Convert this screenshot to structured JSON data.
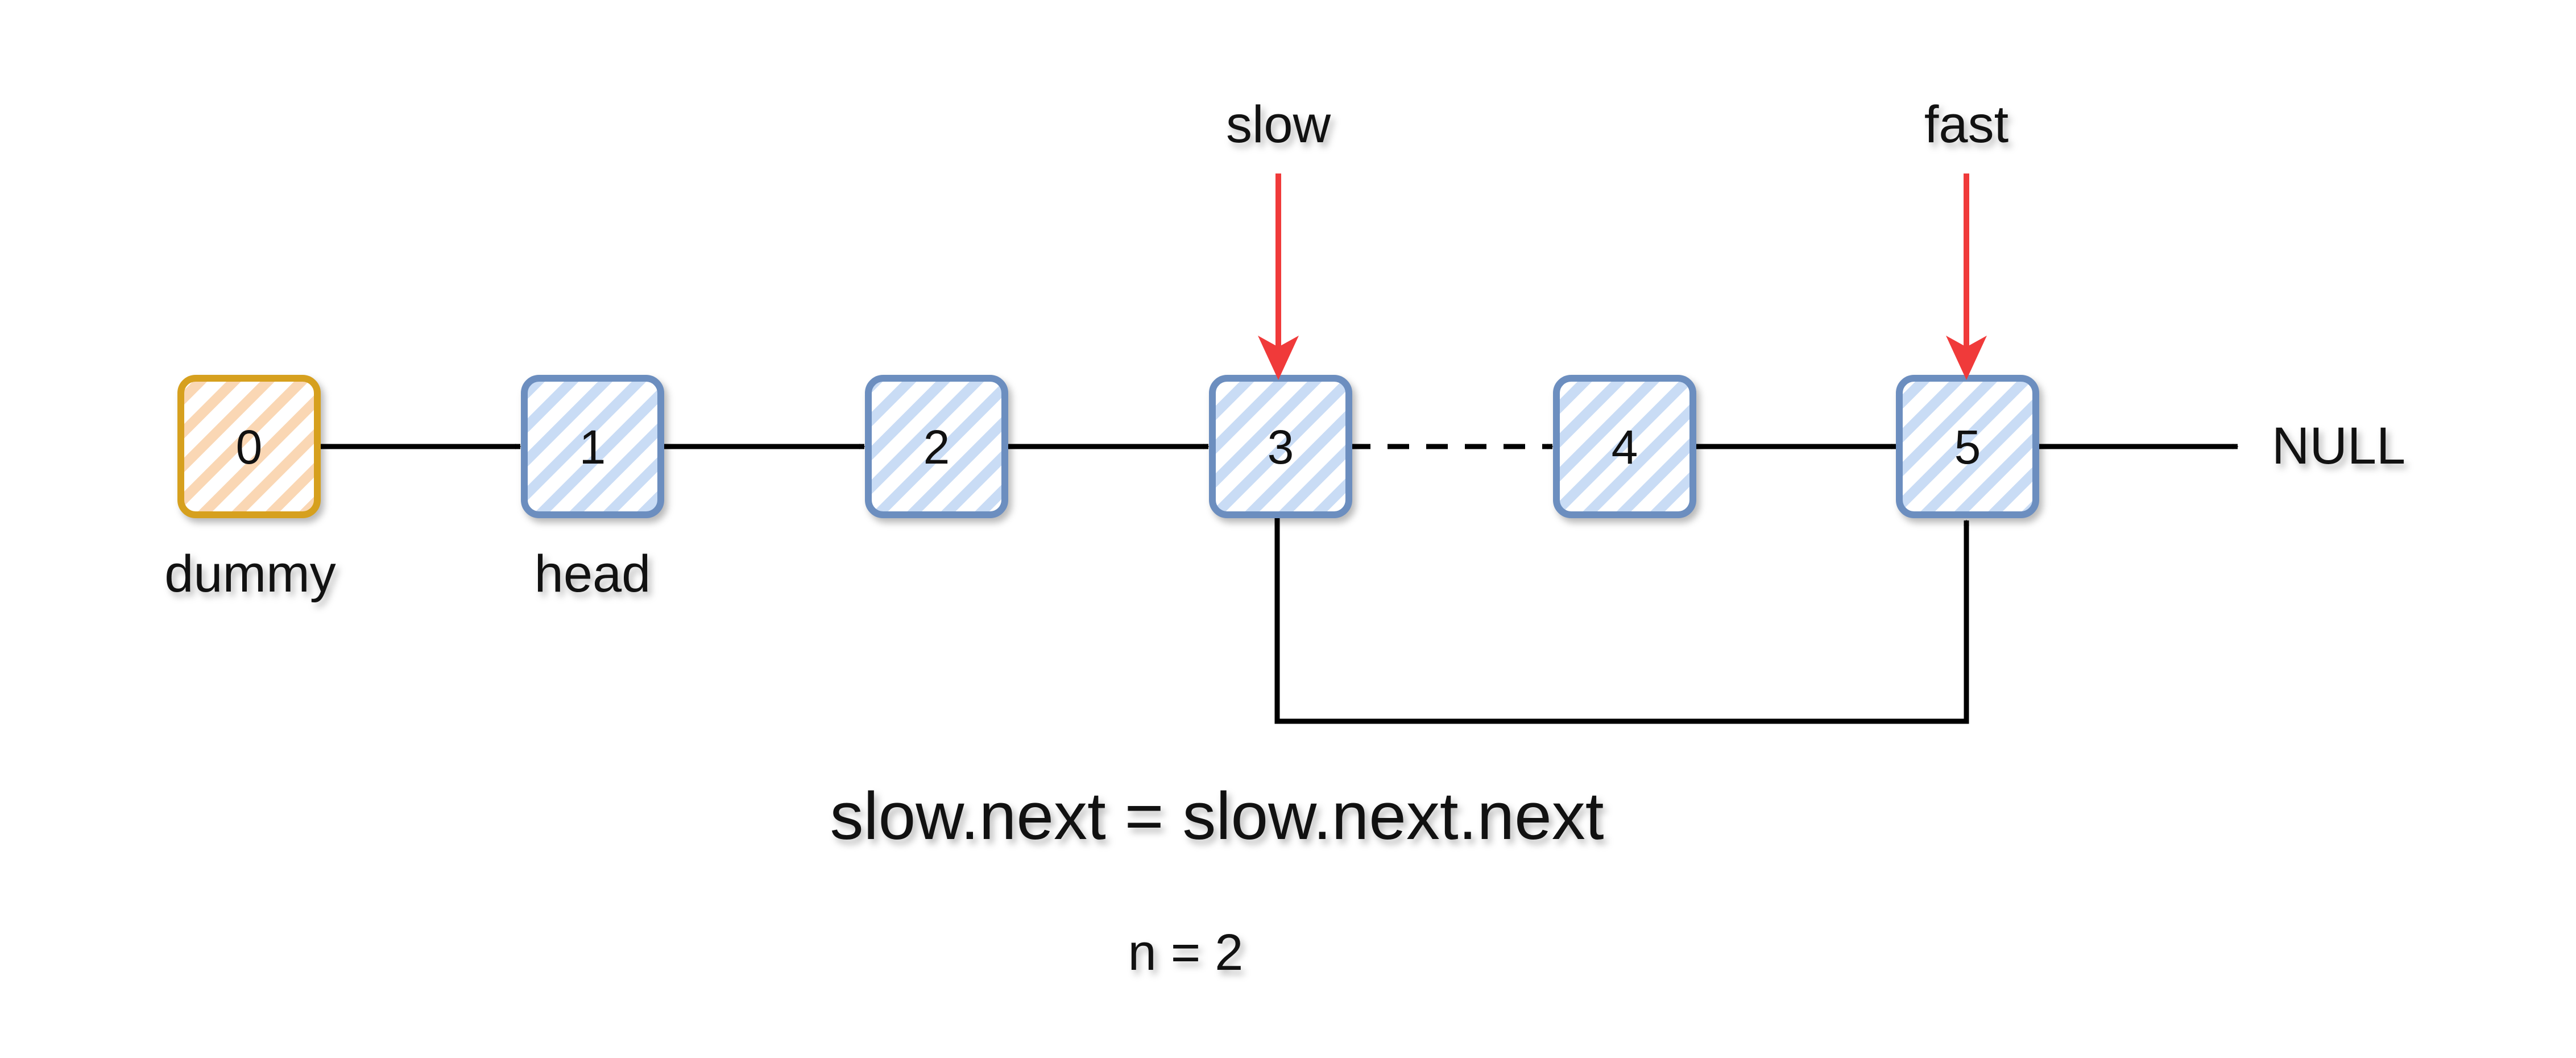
{
  "nodes": [
    {
      "value": "0",
      "caption": "dummy",
      "style": "dummy"
    },
    {
      "value": "1",
      "caption": "head",
      "style": "normal"
    },
    {
      "value": "2",
      "caption": "",
      "style": "normal"
    },
    {
      "value": "3",
      "caption": "",
      "style": "normal"
    },
    {
      "value": "4",
      "caption": "",
      "style": "normal"
    },
    {
      "value": "5",
      "caption": "",
      "style": "normal"
    }
  ],
  "terminal": "NULL",
  "pointers": {
    "slow": "slow",
    "fast": "fast"
  },
  "formula": "slow.next = slow.next.next",
  "note": "n = 2",
  "colors": {
    "dummy_stroke": "#D6A01E",
    "dummy_fill": "#FAD7B4",
    "node_stroke": "#6C8EBF",
    "node_fill": "#C9DCF5",
    "pointer_arrow": "#F03A3A",
    "link": "#000000"
  }
}
